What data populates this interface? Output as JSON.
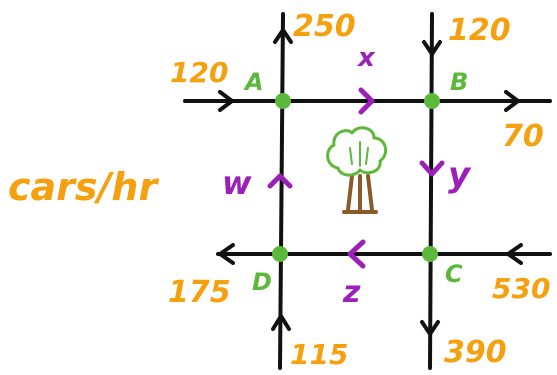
{
  "units": "cars/hr",
  "intersections": {
    "A": "A",
    "B": "B",
    "C": "C",
    "D": "D"
  },
  "unknowns": {
    "x": "x",
    "y": "y",
    "z": "z",
    "w": "w"
  },
  "flows": {
    "a_in_west": "120",
    "a_out_north": "250",
    "b_in_north": "120",
    "b_out_east": "70",
    "c_in_east": "530",
    "c_out_south": "390",
    "d_out_west": "175",
    "d_in_south": "115"
  },
  "colors": {
    "flow_label": "#f5a00f",
    "unknown_label": "#9b1fb8",
    "node": "#5cb83a",
    "road": "#111111",
    "tree_foliage": "#5cb83a",
    "tree_trunk": "#8b5a2b"
  },
  "icons": {
    "center": "tree-icon"
  }
}
